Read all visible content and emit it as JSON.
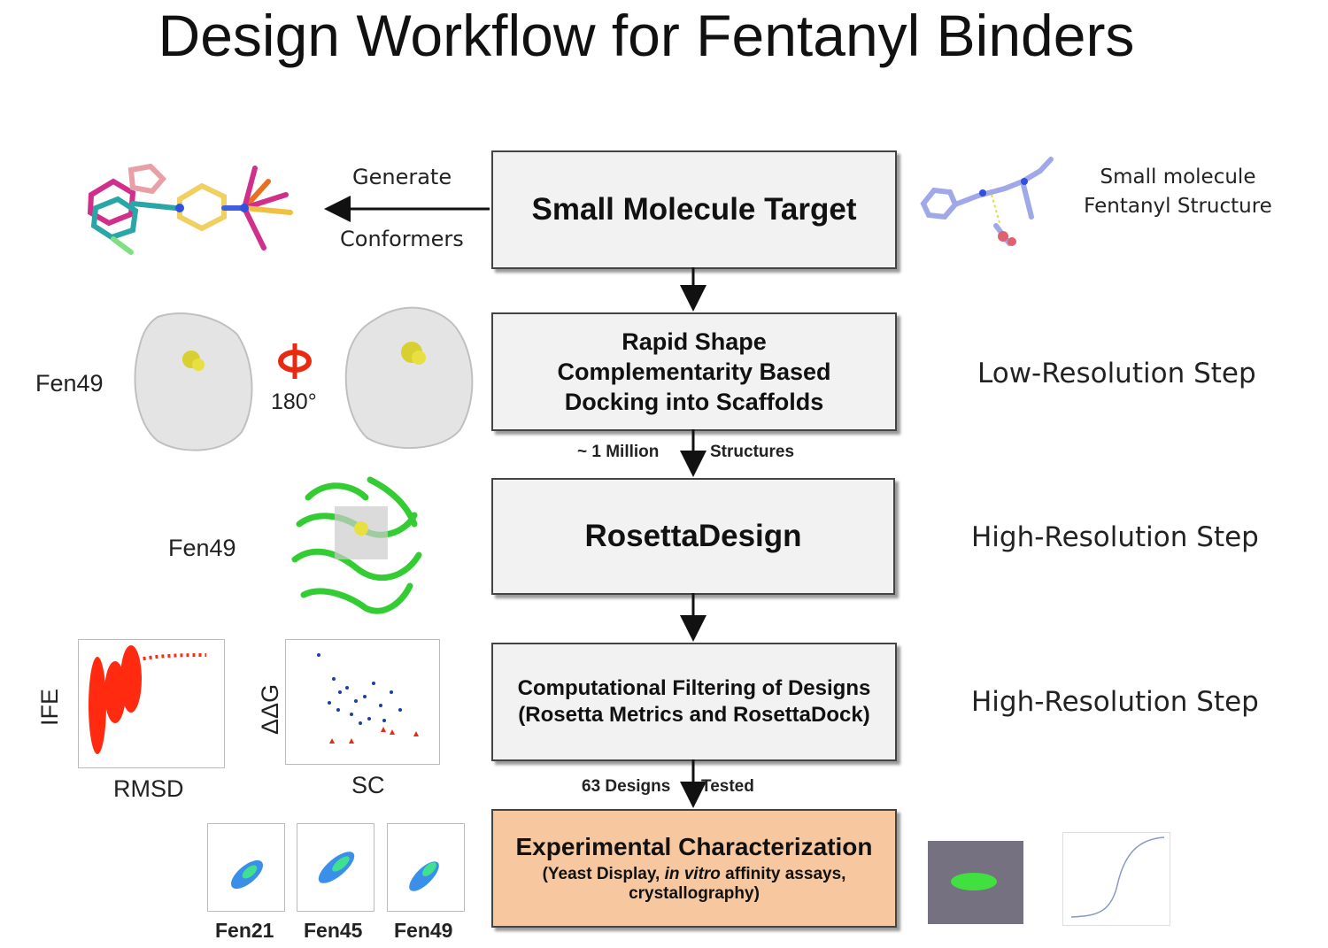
{
  "title": "Design Workflow for Fentanyl Binders",
  "steps": [
    {
      "label": "Small Molecule Target"
    },
    {
      "label_lines": [
        "Rapid Shape",
        "Complementarity Based",
        "Docking into Scaffolds"
      ]
    },
    {
      "label": "RosettaDesign"
    },
    {
      "label_lines": [
        "Computational Filtering of Designs",
        "(Rosetta Metrics and RosettaDock)"
      ]
    },
    {
      "label": "Experimental Characterization",
      "sub_pre": "(Yeast Display, ",
      "sub_em": "in vitro",
      "sub_post": " affinity assays,",
      "sub_line2": "crystallography)"
    }
  ],
  "arrows": {
    "generate": "Generate",
    "conformers": "Conformers",
    "million_left": "~ 1 Million",
    "million_right": "Structures",
    "designs_left": "63 Designs",
    "designs_right": "Tested"
  },
  "right_labels": {
    "small_molecule": [
      "Small molecule",
      "Fentanyl Structure"
    ],
    "low_res": "Low-Resolution Step",
    "high_res_1": "High-Resolution Step",
    "high_res_2": "High-Resolution Step"
  },
  "left_labels": {
    "fen49_a": "Fen49",
    "rotation": "180°",
    "fen49_b": "Fen49",
    "ife": "IFE",
    "rmsd": "RMSD",
    "ddg": "ΔΔG",
    "sc": "SC"
  },
  "flow_labels": [
    "Fen21",
    "Fen45",
    "Fen49"
  ],
  "colors": {
    "box_fill": "#f2f2f2",
    "exp_fill": "#f7c8a0",
    "scatter_red": "#ff2a10",
    "scatter_blue": "#1b3fa6",
    "protein_green": "#33cc33"
  }
}
